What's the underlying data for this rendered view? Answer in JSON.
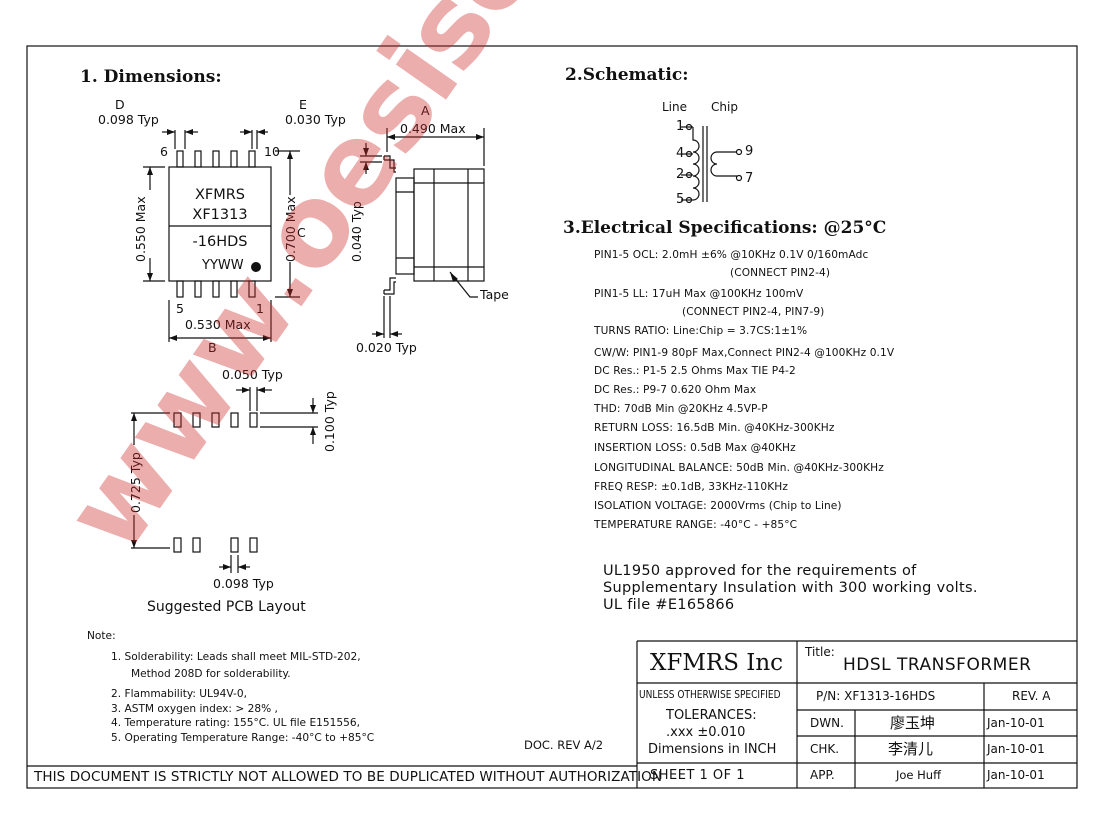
{
  "sections": {
    "dimensions": "1. Dimensions:",
    "schematic": "2.Schematic:",
    "electrical": "3.Electrical Specifications: @25°C"
  },
  "dims": {
    "d_letter": "D",
    "d_value": "0.098 Typ",
    "e_letter": "E",
    "e_value": "0.030 Typ",
    "a_letter": "A",
    "a_value": "0.490 Max",
    "pin6": "6",
    "pin10": "10",
    "pin5": "5",
    "pin1": "1",
    "chip_line1": "XFMRS",
    "chip_line2": "XF1313",
    "chip_line3": "-16HDS",
    "chip_line4": "YYWW",
    "left_height": "0.550 Max",
    "right_height": "0.700 Max",
    "c_letter": "C",
    "width_b": "0.530 Max",
    "b_letter": "B",
    "side_height": "0.040 Typ",
    "tape": "Tape",
    "lead_width": "0.020 Typ",
    "pad_pitch": "0.050 Typ",
    "pad_height": "0.100 Typ",
    "pcb_span": "0.725 Typ",
    "pcb_width": "0.098 Typ",
    "pcb_caption": "Suggested PCB Layout"
  },
  "schematic": {
    "line_label": "Line",
    "chip_label": "Chip",
    "p1": "1",
    "p4": "4",
    "p2": "2",
    "p5": "5",
    "p9": "9",
    "p7": "7"
  },
  "specs": [
    "PIN1-5 OCL: 2.0mH ±6% @10KHz 0.1V 0/160mAdc",
    "(CONNECT PIN2-4)",
    "PIN1-5 LL: 17uH Max @100KHz 100mV",
    "(CONNECT PIN2-4, PIN7-9)",
    "TURNS RATIO: Line:Chip = 3.7CS:1±1%",
    "CW/W: PIN1-9 80pF Max,Connect PIN2-4 @100KHz 0.1V",
    "DC Res.: P1-5 2.5 Ohms Max TIE P4-2",
    "DC Res.: P9-7 0.620 Ohm Max",
    "THD: 70dB Min @20KHz 4.5VP-P",
    "RETURN LOSS: 16.5dB Min. @40KHz-300KHz",
    "INSERTION LOSS: 0.5dB Max @40KHz",
    "LONGITUDINAL BALANCE: 50dB Min. @40KHz-300KHz",
    "FREQ RESP: ±0.1dB, 33KHz-110KHz",
    "ISOLATION VOLTAGE: 2000Vrms (Chip to Line)",
    "TEMPERATURE RANGE: -40°C - +85°C"
  ],
  "ul": [
    "UL1950 approved for the requirements of",
    "Supplementary Insulation with 300 working volts.",
    "UL file #E165866"
  ],
  "notes": {
    "title": "Note:",
    "items": [
      "1. Solderability: Leads shall meet MIL-STD-202,",
      "Method 208D for solderability.",
      "2. Flammability: UL94V-0,",
      "3. ASTM oxygen index: > 28% ,",
      "4. Temperature rating: 155°C. UL file E151556,",
      "5. Operating Temperature Range: -40°C to +85°C"
    ]
  },
  "doc_rev": "DOC. REV A/2",
  "footer": "THIS DOCUMENT IS STRICTLY NOT ALLOWED TO BE DUPLICATED WITHOUT AUTHORIZATION",
  "titleblock": {
    "company": "XFMRS Inc",
    "title_label": "Title:",
    "title": "HDSL TRANSFORMER",
    "unless": "UNLESS OTHERWISE SPECIFIED",
    "tolerances": "TOLERANCES:",
    "tol_value": ".xxx ±0.010",
    "units": "Dimensions in INCH",
    "sheet": "SHEET 1 OF 1",
    "pn": "P/N: XF1313-16HDS",
    "rev": "REV. A",
    "dwn": "DWN.",
    "chk": "CHK.",
    "app": "APP.",
    "dwn_sig": "廖玉坤",
    "chk_sig": "李清儿",
    "app_name": "Joe Huff",
    "dwn_date": "Jan-10-01",
    "chk_date": "Jan-10-01",
    "app_date": "Jan-10-01"
  },
  "watermark": "www.oesisoog.com"
}
